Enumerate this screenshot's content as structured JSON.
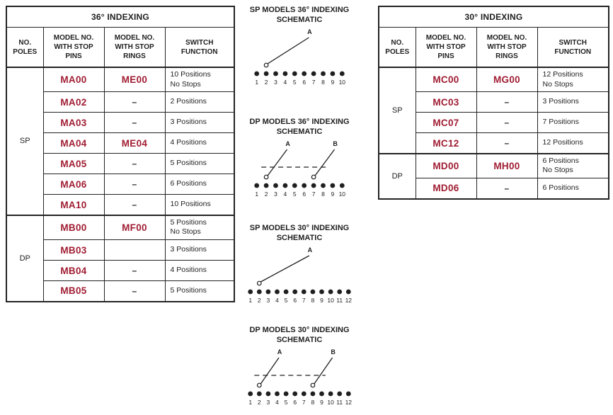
{
  "colors": {
    "model_red": "#a01d33",
    "ink": "#1f1f1f"
  },
  "tables": [
    {
      "title": "36° INDEXING",
      "headers": [
        "NO.\nPOLES",
        "MODEL NO.\nWITH STOP\nPINS",
        "MODEL NO.\nWITH STOP\nRINGS",
        "SWITCH\nFUNCTION"
      ],
      "groups": [
        {
          "poles": "SP",
          "rows": [
            {
              "pins": "MA00",
              "rings": "ME00",
              "function": "10 Positions\nNo Stops"
            },
            {
              "pins": "MA02",
              "rings": "–",
              "function": "2 Positions"
            },
            {
              "pins": "MA03",
              "rings": "–",
              "function": "3 Positions"
            },
            {
              "pins": "MA04",
              "rings": "ME04",
              "function": "4 Positions"
            },
            {
              "pins": "MA05",
              "rings": "–",
              "function": "5 Positions"
            },
            {
              "pins": "MA06",
              "rings": "–",
              "function": "6 Positions"
            },
            {
              "pins": "MA10",
              "rings": "–",
              "function": "10 Positions"
            }
          ]
        },
        {
          "poles": "DP",
          "rows": [
            {
              "pins": "MB00",
              "rings": "MF00",
              "function": "5 Positions\nNo Stops"
            },
            {
              "pins": "MB03",
              "rings": "",
              "function": "3 Positions"
            },
            {
              "pins": "MB04",
              "rings": "–",
              "function": "4 Positions"
            },
            {
              "pins": "MB05",
              "rings": "–",
              "function": "5 Positions"
            }
          ]
        }
      ]
    },
    {
      "title": "30° INDEXING",
      "headers": [
        "NO.\nPOLES",
        "MODEL NO.\nWITH STOP\nPINS",
        "MODEL NO.\nWITH STOP\nRINGS",
        "SWITCH\nFUNCTION"
      ],
      "groups": [
        {
          "poles": "SP",
          "rows": [
            {
              "pins": "MC00",
              "rings": "MG00",
              "function": "12 Positions\nNo Stops"
            },
            {
              "pins": "MC03",
              "rings": "–",
              "function": "3 Positions"
            },
            {
              "pins": "MC07",
              "rings": "–",
              "function": "7 Positions"
            },
            {
              "pins": "MC12",
              "rings": "–",
              "function": "12 Positions"
            }
          ]
        },
        {
          "poles": "DP",
          "rows": [
            {
              "pins": "MD00",
              "rings": "MH00",
              "function": "6 Positions\nNo Stops"
            },
            {
              "pins": "MD06",
              "rings": "–",
              "function": "6 Positions"
            }
          ]
        }
      ]
    }
  ],
  "schematics": [
    {
      "title": "SP MODELS 36° INDEXING\nSCHEMATIC",
      "pole_labels": [
        "A"
      ],
      "contacts": 10
    },
    {
      "title": "DP MODELS 36° INDEXING\nSCHEMATIC",
      "pole_labels": [
        "A",
        "B"
      ],
      "contacts": 10
    },
    {
      "title": "SP MODELS 30° INDEXING\nSCHEMATIC",
      "pole_labels": [
        "A"
      ],
      "contacts": 12
    },
    {
      "title": "DP MODELS 30° INDEXING\nSCHEMATIC",
      "pole_labels": [
        "A",
        "B"
      ],
      "contacts": 12
    }
  ]
}
